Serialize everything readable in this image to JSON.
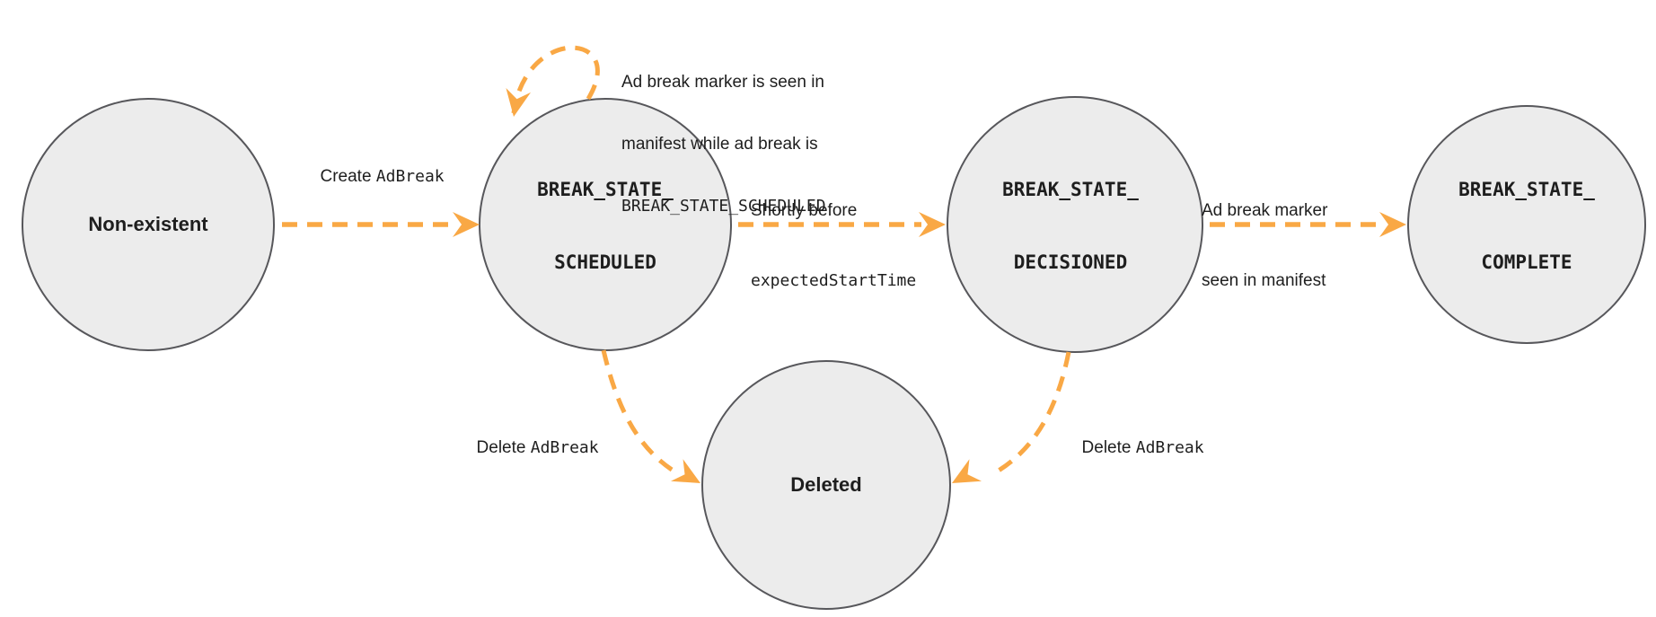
{
  "colors": {
    "arrow": "#F9A845",
    "node_fill": "#ECECEC",
    "node_stroke": "#57575B",
    "text": "#1E1E1E"
  },
  "states": {
    "non_existent": {
      "label": "Non-existent"
    },
    "scheduled": {
      "line1": "BREAK_STATE_",
      "line2": "SCHEDULED"
    },
    "decisioned": {
      "line1": "BREAK_STATE_",
      "line2": "DECISIONED"
    },
    "complete": {
      "line1": "BREAK_STATE_",
      "line2": "COMPLETE"
    },
    "deleted": {
      "label": "Deleted"
    }
  },
  "transitions": {
    "create": {
      "text": "Create ",
      "code": "AdBreak"
    },
    "self_loop": {
      "line1": "Ad break marker is seen in",
      "line2": "manifest while ad break is",
      "code_line": "BREAK_STATE_SCHEDULED"
    },
    "shortly": {
      "text": "Shortly before",
      "code": "expectedStartTime"
    },
    "marker_seen": {
      "line1": "Ad break marker",
      "line2": "seen in manifest"
    },
    "delete_left": {
      "text": "Delete ",
      "code": "AdBreak"
    },
    "delete_right": {
      "text": "Delete ",
      "code": "AdBreak"
    }
  }
}
